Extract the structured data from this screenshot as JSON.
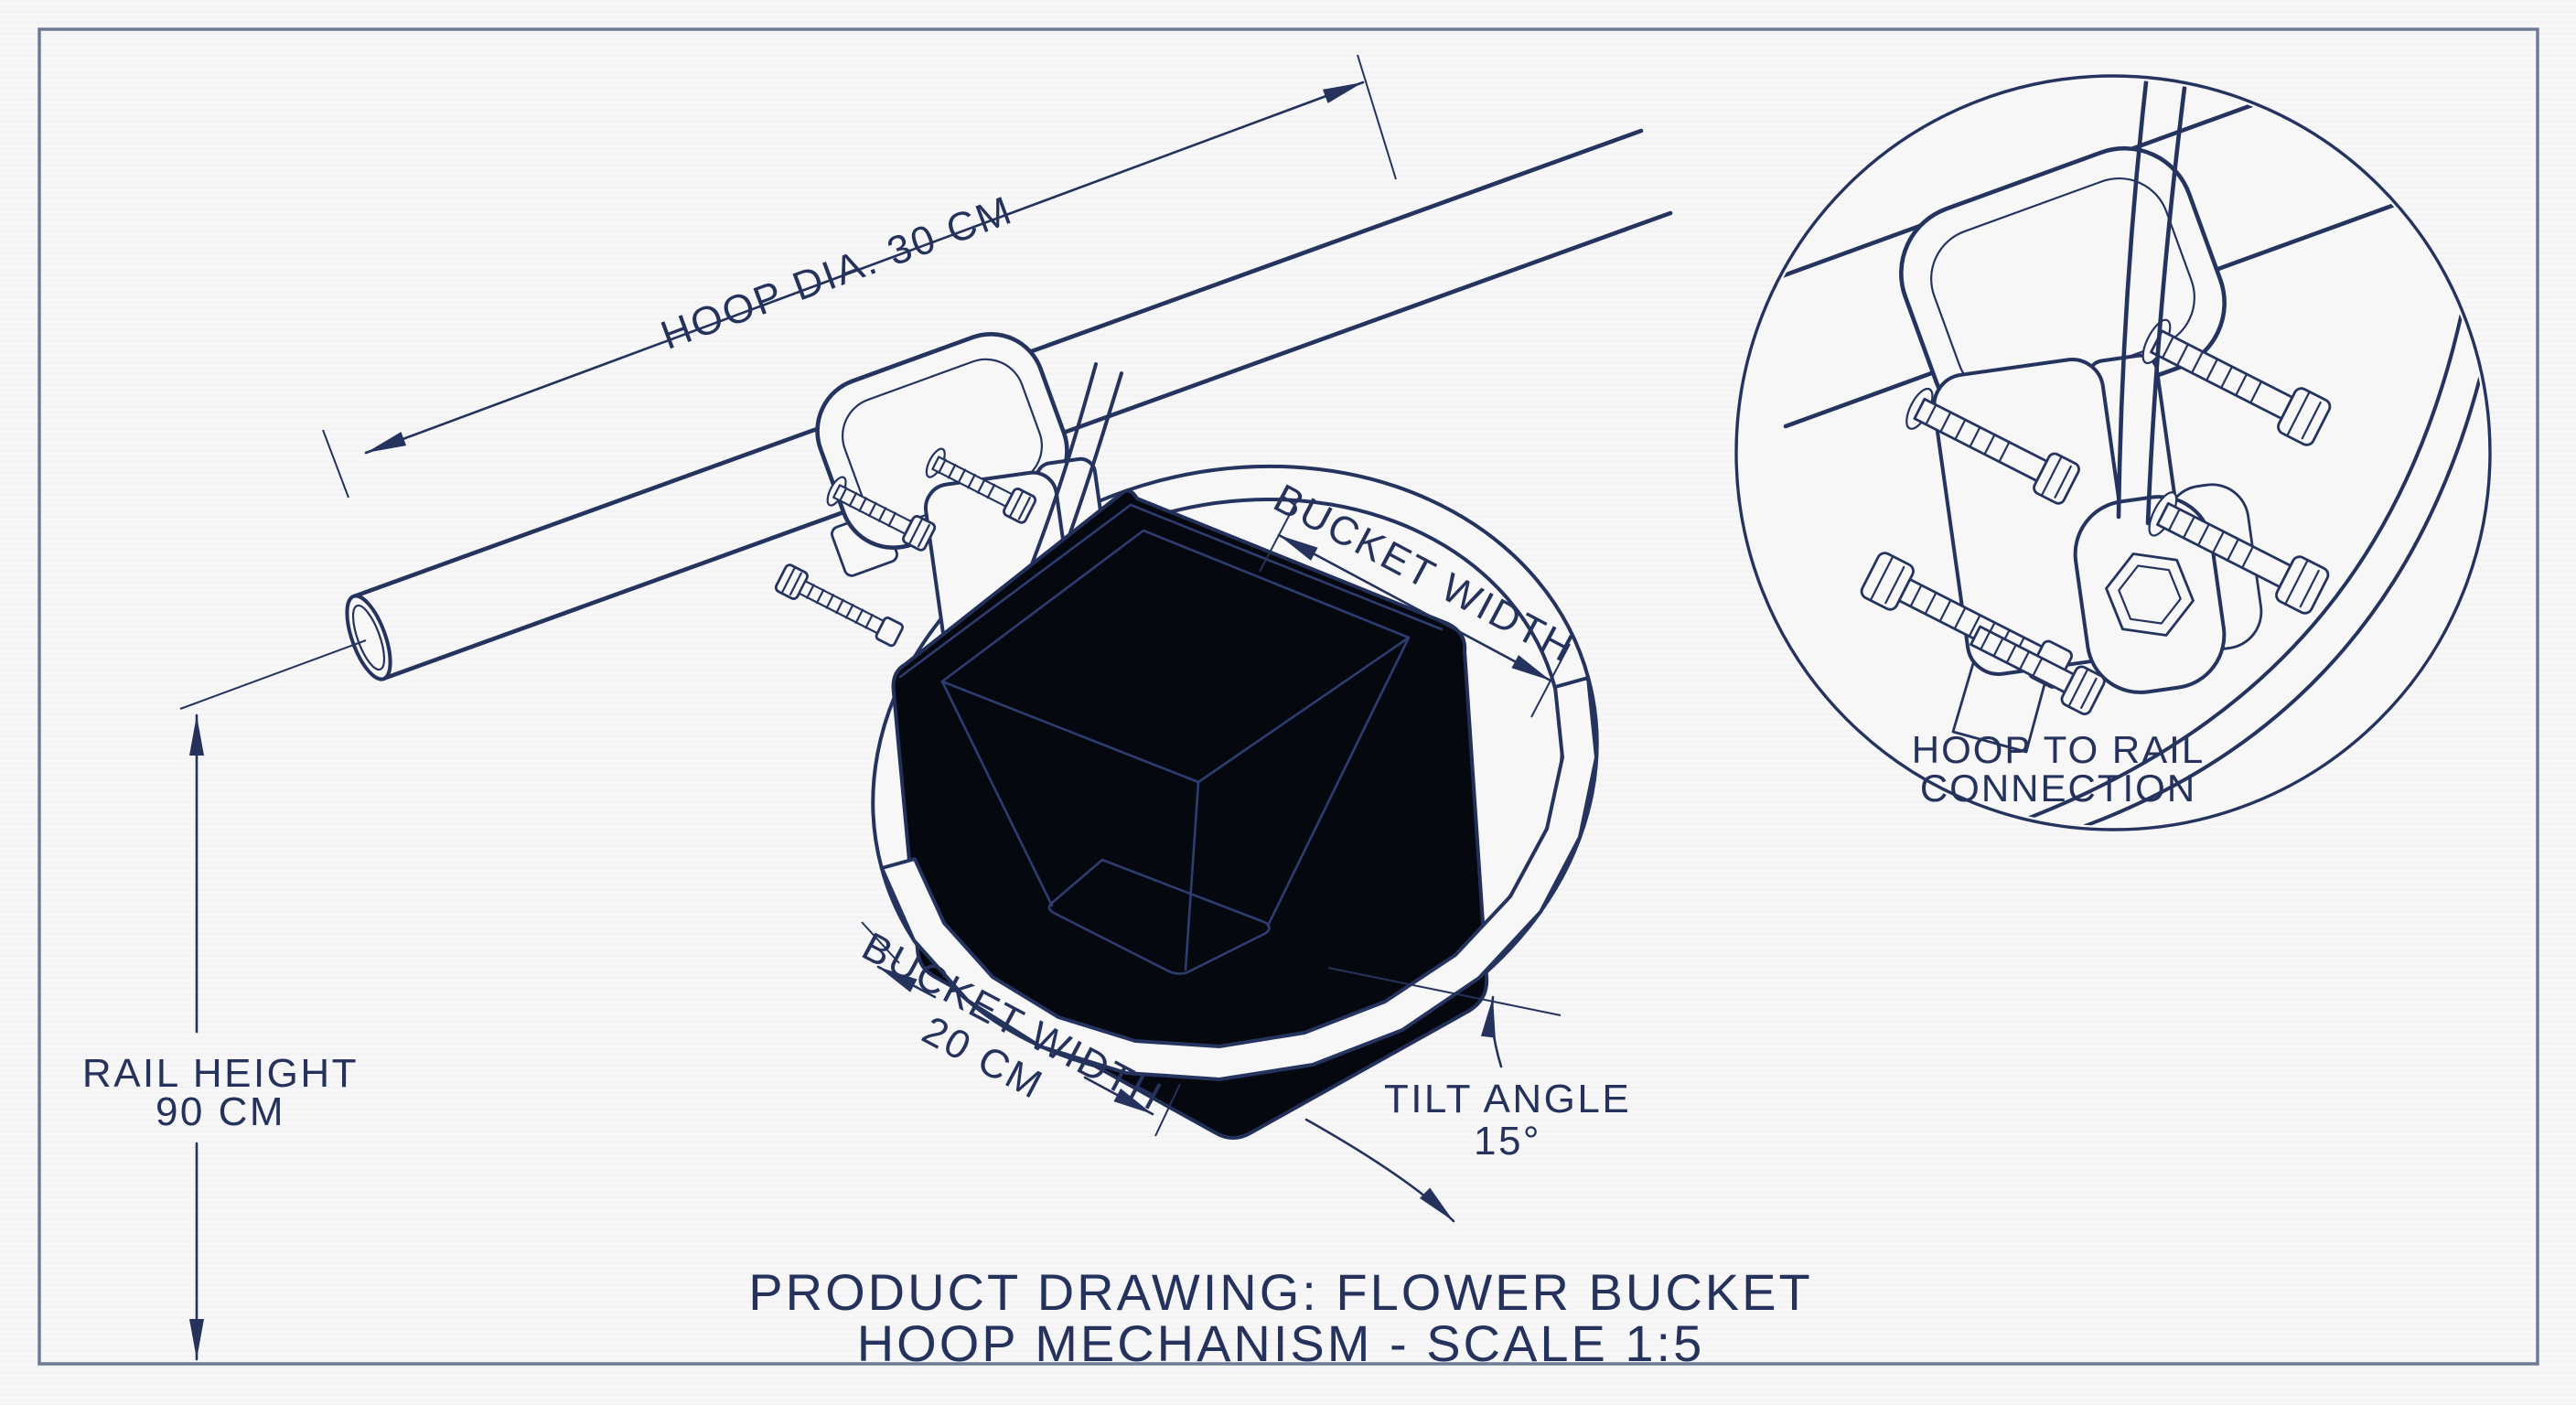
{
  "drawing": {
    "title_block": {
      "line1": "PRODUCT DRAWING: FLOWER BUCKET",
      "line2": "HOOP MECHANISM - SCALE 1:5"
    },
    "annotations": {
      "hoop_diameter": {
        "label": "HOOP DIA. 30 CM"
      },
      "rail_height": {
        "line1": "RAIL HEIGHT",
        "line2": "90 CM"
      },
      "bucket_width_upper": {
        "label": "BUCKET WIDTH"
      },
      "bucket_width_lower": {
        "line1": "BUCKET WIDTH",
        "line2": "20 CM"
      },
      "tilt_angle": {
        "line1": "TILT ANGLE",
        "line2": "15°"
      },
      "detail_view": {
        "line1": "HOOP TO RAIL",
        "line2": "CONNECTION"
      }
    },
    "colors": {
      "ink": "#24325c",
      "paper": "#f7f7f8",
      "bucket_fill": "#06080f",
      "frame": "#6f7a95"
    }
  }
}
